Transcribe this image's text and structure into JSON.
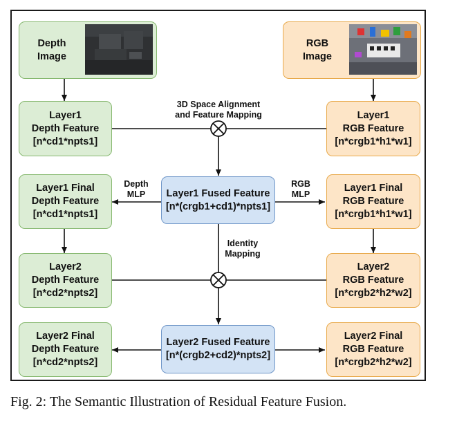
{
  "caption": "Fig. 2: The Semantic Illustration of Residual Feature Fusion.",
  "colors": {
    "green_fill": "#dcedd5",
    "orange_fill": "#fde5c7",
    "blue_fill": "#d3e3f5",
    "line": "#111111"
  },
  "nodes": {
    "depth_image": [
      "Depth",
      "Image"
    ],
    "rgb_image": [
      "RGB",
      "Image"
    ],
    "layer1_depth": [
      "Layer1",
      "Depth Feature",
      "[n*cd1*npts1]"
    ],
    "layer1_rgb": [
      "Layer1",
      "RGB Feature",
      "[n*crgb1*h1*w1]"
    ],
    "layer1_final_depth": [
      "Layer1 Final",
      "Depth Feature",
      "[n*cd1*npts1]"
    ],
    "layer1_fused": [
      "Layer1 Fused Feature",
      "[n*(crgb1+cd1)*npts1]"
    ],
    "layer1_final_rgb": [
      "Layer1 Final",
      "RGB Feature",
      "[n*crgb1*h1*w1]"
    ],
    "layer2_depth": [
      "Layer2",
      "Depth Feature",
      "[n*cd2*npts2]"
    ],
    "layer2_rgb": [
      "Layer2",
      "RGB Feature",
      "[n*crgb2*h2*w2]"
    ],
    "layer2_final_depth": [
      "Layer2 Final",
      "Depth Feature",
      "[n*cd2*npts2]"
    ],
    "layer2_fused": [
      "Layer2 Fused Feature",
      "[n*(crgb2+cd2)*npts2]"
    ],
    "layer2_final_rgb": [
      "Layer2 Final",
      "RGB Feature",
      "[n*crgb2*h2*w2]"
    ]
  },
  "labels": {
    "alignment": [
      "3D Space Alignment",
      "and Feature Mapping"
    ],
    "depth_mlp": [
      "Depth",
      "MLP"
    ],
    "rgb_mlp": [
      "RGB",
      "MLP"
    ],
    "identity": [
      "Identity",
      "Mapping"
    ]
  },
  "icons": {
    "fuse_1": "circle-times-icon",
    "fuse_2": "circle-times-icon"
  }
}
